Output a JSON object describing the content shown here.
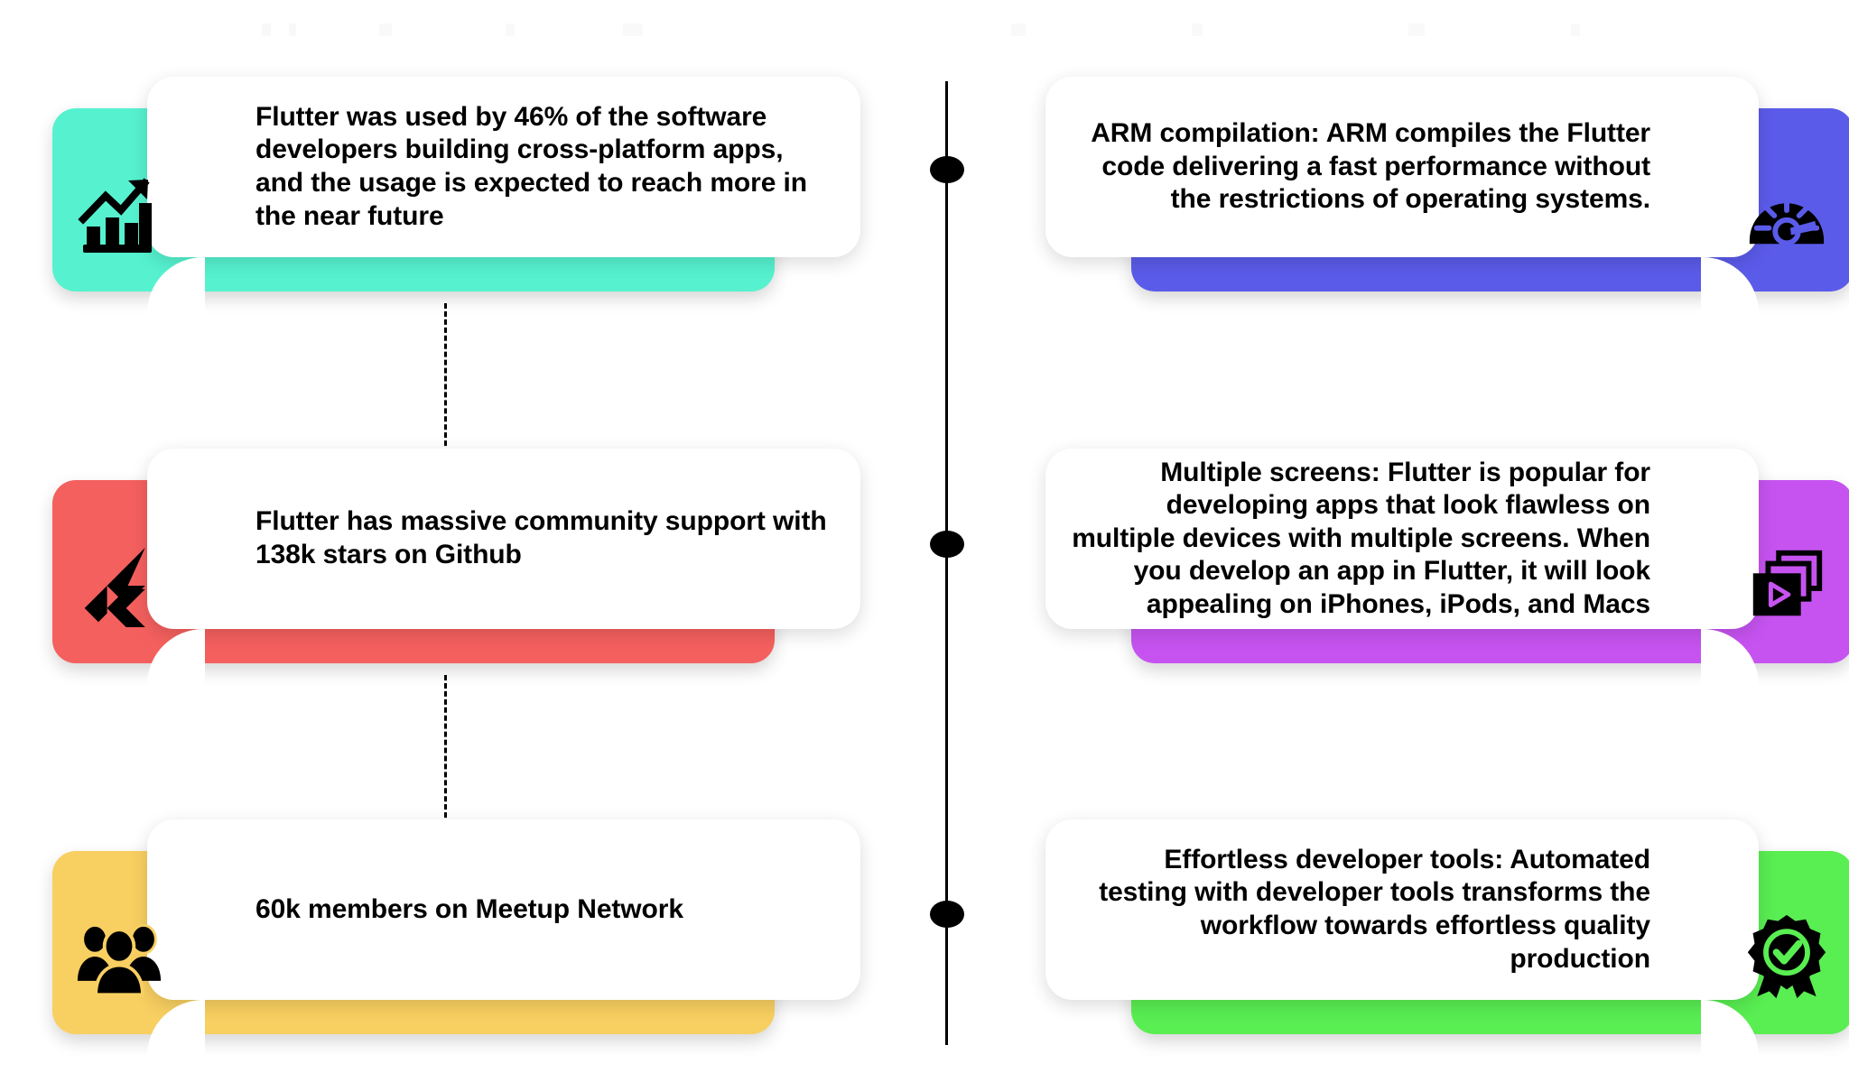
{
  "diagram": {
    "type": "two-column-timeline-infographic",
    "title_visible": false,
    "background_color": "#FFFFFF",
    "timeline": {
      "name": "center-timeline",
      "line_color": "#000000",
      "dot_color": "#000000",
      "dot_count": 3
    },
    "connectors": {
      "style": "dashed",
      "color": "#000000",
      "count": 2
    }
  },
  "rows": [
    {
      "left": {
        "text": "Flutter was used by 46% of the software developers building cross-platform apps, and the usage is expected to reach more in the near future",
        "color": "#56F2D0",
        "icon": "growth-chart-icon",
        "align": "left"
      },
      "right": {
        "text": "ARM compilation: ARM compiles the Flutter code delivering a fast performance without the restrictions of operating systems.",
        "color": "#5B5BEA",
        "icon": "speedometer-icon",
        "align": "right"
      }
    },
    {
      "left": {
        "text": "Flutter has massive community support with 138k stars on Github",
        "color": "#F4605E",
        "icon": "flutter-logo-icon",
        "align": "left"
      },
      "right": {
        "text": "Multiple screens: Flutter is popular for developing apps that look flawless on multiple devices with multiple screens. When you develop an app in Flutter, it will look appealing on iPhones, iPods, and Macs",
        "color": "#C653F0",
        "icon": "stacked-screens-icon",
        "align": "right"
      }
    },
    {
      "left": {
        "text": "60k members on Meetup Network",
        "color": "#F8CF61",
        "icon": "people-group-icon",
        "align": "left"
      },
      "right": {
        "text": "Effortless developer tools: Automated testing with developer tools transforms the workflow towards effortless quality production",
        "color": "#59EE52",
        "icon": "award-badge-check-icon",
        "align": "right"
      }
    }
  ],
  "stats": {
    "flutter_usage_percent": "46%",
    "github_stars": "138k",
    "meetup_members": "60k"
  }
}
